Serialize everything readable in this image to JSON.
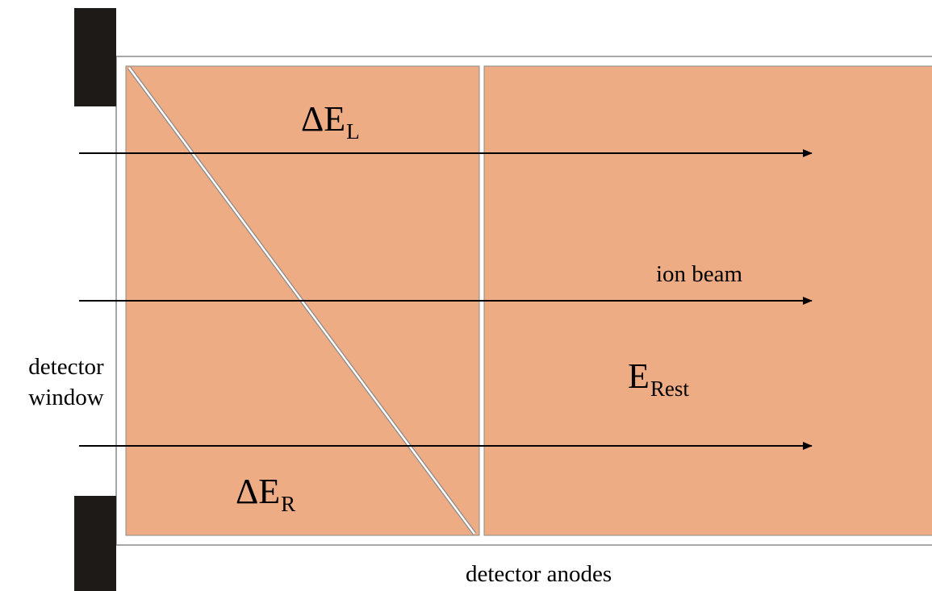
{
  "colors": {
    "anode_fill": "#eeac84",
    "divider": "#ffffff",
    "outline": "#8a8a8a",
    "window_frame": "#1e1a18",
    "beam": "#000000"
  },
  "labels": {
    "detector_window_line1": "detector",
    "detector_window_line2": "window",
    "ion_beam": "ion beam",
    "detector_anodes": "detector anodes",
    "delta_e_left": "ΔE",
    "delta_e_left_sub": "L",
    "delta_e_right": "ΔE",
    "delta_e_right_sub": "R",
    "e_rest": "E",
    "e_rest_sub": "Rest"
  },
  "beams": [
    {
      "name": "top"
    },
    {
      "name": "middle"
    },
    {
      "name": "bottom"
    }
  ]
}
